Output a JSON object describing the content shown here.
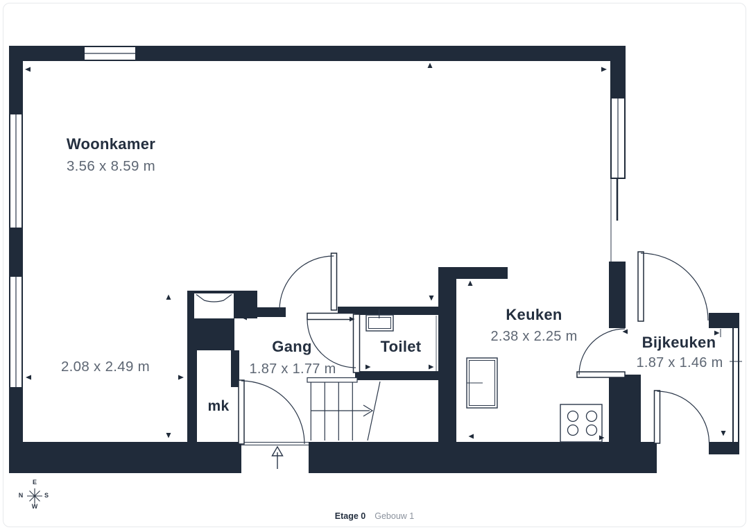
{
  "footer": {
    "floor": "Etage 0",
    "building": "Gebouw 1"
  },
  "compass": {
    "top": "E",
    "left": "N",
    "right": "S",
    "bottom": "W"
  },
  "rooms": {
    "woonkamer": {
      "name": "Woonkamer",
      "dims": "3.56 x 8.59 m",
      "sub_dims": "2.08 x 2.49 m"
    },
    "gang": {
      "name": "Gang",
      "dims": "1.87 x 1.77 m"
    },
    "toilet": {
      "name": "Toilet"
    },
    "keuken": {
      "name": "Keuken",
      "dims": "2.38 x 2.25 m"
    },
    "bijkeuken": {
      "name": "Bijkeuken",
      "dims": "1.87 x 1.46 m"
    },
    "mk": {
      "name": "mk"
    }
  },
  "colors": {
    "wall": "#202b3a",
    "room_label": "#242f3f",
    "dim_label": "#5d6673",
    "footer_muted": "#8b929d",
    "page_border": "#e7e9ec"
  }
}
